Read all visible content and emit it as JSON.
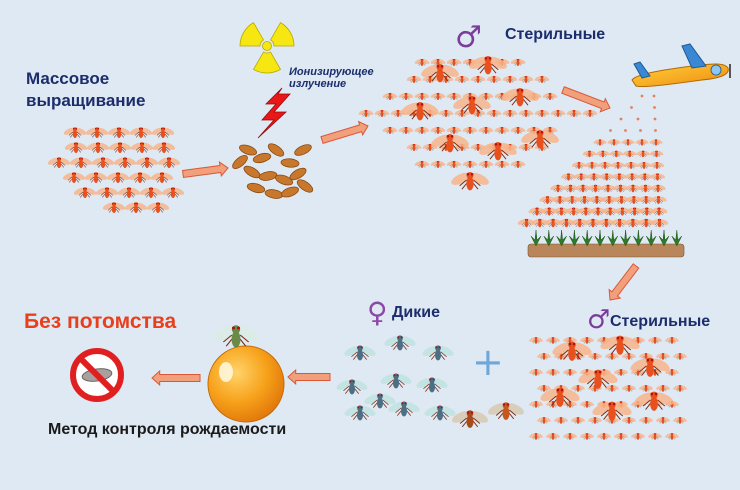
{
  "labels": {
    "mass_rearing_line1": "Массовое",
    "mass_rearing_line2": "выращивание",
    "ionizing_line1": "Ионизирующее",
    "ionizing_line2": "излучение",
    "sterile_top": "Стерильные",
    "sterile_bottom": "Стерильные",
    "wild": "Дикие",
    "no_offspring": "Без потомства",
    "method": "Метод контроля рождаемости"
  },
  "symbols": {
    "male": "♂",
    "female": "♀",
    "plus": "+"
  },
  "icons": {
    "radiation": "radiation-trefoil-icon",
    "lightning": "lightning-icon",
    "plane": "airplane-icon",
    "no_larva": "prohibited-larva-icon",
    "orange": "orange-fruit-icon"
  },
  "colors": {
    "background": "#dfe9f3",
    "title_text": "#1b2d6b",
    "alert_text": "#e8401c",
    "arrow_fill": "#f2a07c",
    "arrow_stroke": "#d9583a",
    "fly_body": "#e8501e",
    "fly_wing": "#f7b48a",
    "radiation_yellow": "#f6e712",
    "orange_fruit": "#f7a21b",
    "prohibit_red": "#e02020",
    "wild_fly_body": "#4c6f86"
  }
}
